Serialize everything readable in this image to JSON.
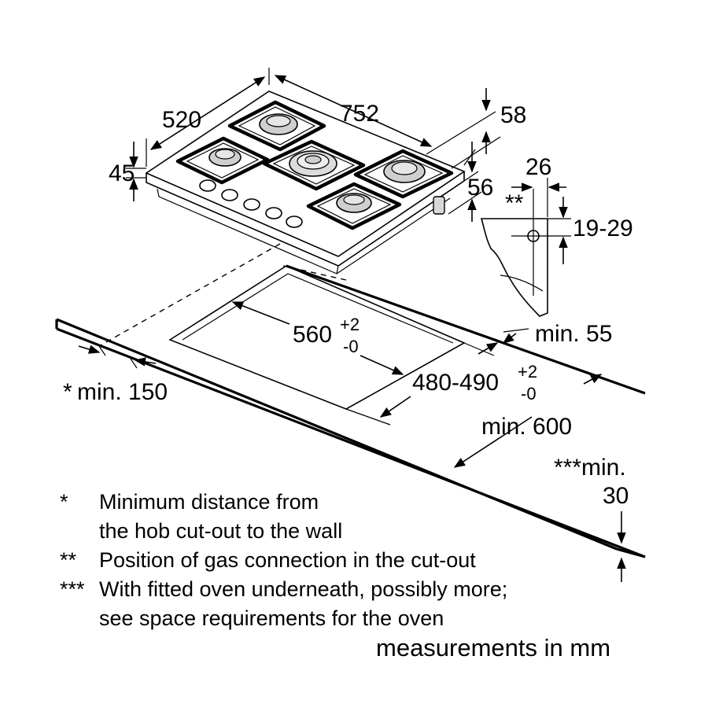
{
  "dimensions": {
    "depth_520": "520",
    "width_752": "752",
    "height_58": "58",
    "height_45": "45",
    "height_56": "56",
    "gas_26": "26",
    "gas_marker": "**",
    "gas_19_29": "19-29",
    "cutout_width": "560",
    "cutout_width_tol_upper": "+2",
    "cutout_width_tol_lower": "-0",
    "cutout_depth": "480-490",
    "cutout_depth_tol_upper": "+2",
    "cutout_depth_tol_lower": "-0",
    "min_55": "min. 55",
    "min_150_marker": "*",
    "min_150": "min. 150",
    "min_600": "min. 600",
    "min_30_line1": "***min.",
    "min_30_line2": "30"
  },
  "legend": [
    {
      "mark": "*",
      "lines": [
        "Minimum distance from",
        "the hob cut-out to the wall"
      ]
    },
    {
      "mark": "**",
      "lines": [
        "Position of gas connection in the cut-out"
      ]
    },
    {
      "mark": "***",
      "lines": [
        "With fitted oven underneath, possibly more;",
        "see space requirements for the oven"
      ]
    }
  ],
  "units_note": "measurements in mm"
}
